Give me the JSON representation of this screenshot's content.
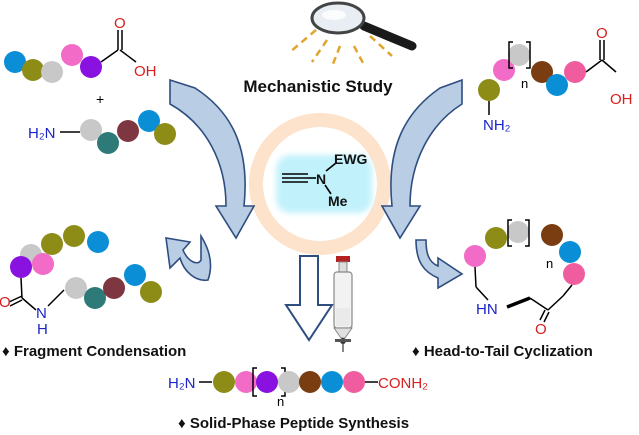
{
  "title": "Mechanistic Study",
  "reagent": {
    "ewg": "EWG",
    "n": "N",
    "me": "Me"
  },
  "chem": {
    "oh": "OH",
    "h2n": "H₂N",
    "nh2": "NH₂",
    "hn": "HN",
    "n_upper": "N",
    "h": "H",
    "o": "O",
    "plus": "+",
    "repeat_n": "n",
    "conh2": "CONH₂"
  },
  "labels": {
    "fragment_condensation": "♦ Fragment Condensation",
    "head_to_tail": "♦ Head-to-Tail Cyclization",
    "solid_phase": "♦ Solid-Phase Peptide Synthesis"
  },
  "colors": {
    "blue": "#0a8fd6",
    "gray": "#c8c8c8",
    "pink": "#f26bc6",
    "purple": "#8a12e0",
    "teal": "#2d7a78",
    "maroon": "#7e3640",
    "olive": "#8d8c16",
    "brown": "#7a3d12",
    "hotpink": "#f05d9e",
    "ring": "#fde3cc",
    "glow": "#b7f0fb",
    "arrow_fill": "#b9cde4",
    "arrow_stroke": "#2f4e80",
    "acid_red": "#d42020",
    "amine_blue": "#1a24c8"
  },
  "icons": [
    "magnifier-icon",
    "chromatography-column-icon"
  ]
}
